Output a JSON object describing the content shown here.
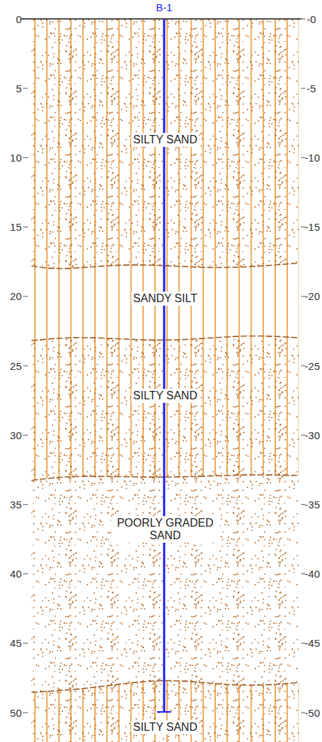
{
  "diagram": {
    "nodes": [
      {
        "text": [
          "SILTY SAND"
        ]
      },
      {
        "text": [
          "SANDY SILT"
        ]
      },
      {
        "text": [
          "SILTY SAND"
        ]
      },
      {
        "text": [
          "POORLY GRADED SAND"
        ]
      },
      {
        "text": [
          "SILTY SAND"
        ]
      }
    ],
    "labels": [
      "B-1",
      "0",
      "5",
      "10",
      "15",
      "20",
      "25",
      "30",
      "35",
      "40",
      "45",
      "50",
      "-0",
      "-5",
      "-10",
      "-15",
      "-20",
      "-25",
      "-30",
      "-35",
      "-40",
      "-45",
      "-50"
    ]
  }
}
